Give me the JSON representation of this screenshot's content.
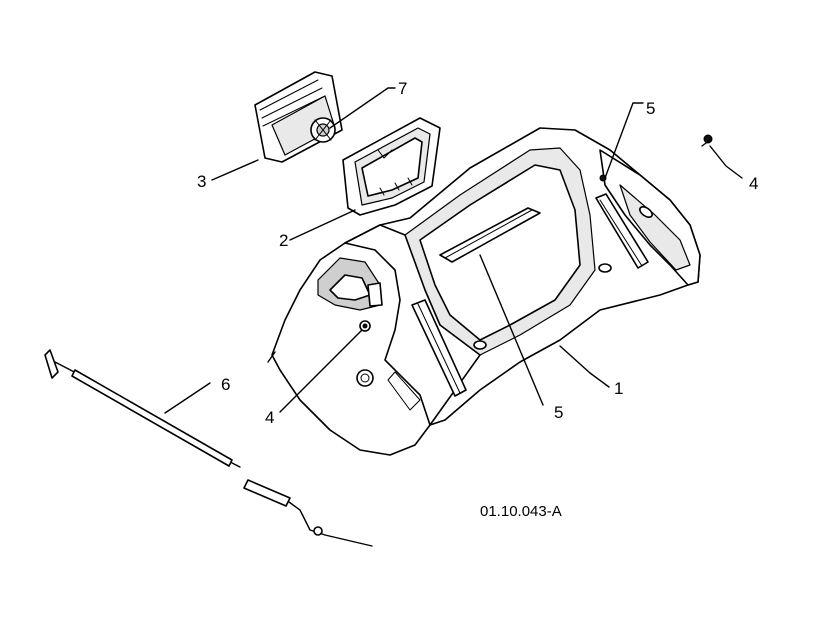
{
  "callouts": [
    {
      "label": "1"
    },
    {
      "label": "2"
    },
    {
      "label": "3"
    },
    {
      "label": "4"
    },
    {
      "label": "4"
    },
    {
      "label": "5"
    },
    {
      "label": "5"
    },
    {
      "label": "6"
    },
    {
      "label": "7"
    }
  ],
  "reference_code": "01.10.043-A"
}
